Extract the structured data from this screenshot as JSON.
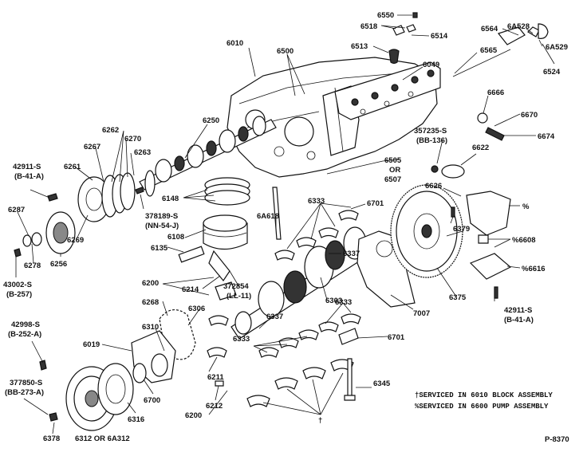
{
  "labels": {
    "p6550": "6550",
    "p6518": "6518",
    "p6514": "6514",
    "p6513": "6513",
    "p6564": "6564",
    "p6A528": "6A528",
    "p6A529": "6A529",
    "p6524": "6524",
    "p6010": "6010",
    "p6500": "6500",
    "p6565": "6565",
    "p6049": "6049",
    "p6666": "6666",
    "p6670": "6670",
    "p6674": "6674",
    "p357235S": "357235-S",
    "p357235S_sub": "(BB-136)",
    "p6622": "6622",
    "p6262": "6262",
    "p6250": "6250",
    "p6267": "6267",
    "p6270": "6270",
    "p6263": "6263",
    "p6261": "6261",
    "p42911S_a": "42911-S",
    "p42911S_a_sub": "(B-41-A)",
    "p6505": "6505",
    "p6505_or": "OR",
    "p6507": "6507",
    "p6148": "6148",
    "p6333_a": "6333",
    "p6701_a": "6701",
    "p6626": "6626",
    "pct": "%",
    "p378189S": "378189-S",
    "p378189S_sub": "(NN-54-J)",
    "p6A618": "6A618",
    "p6379": "6379",
    "p6287": "6287",
    "p6269": "6269",
    "p6108": "6108",
    "p6608": "%6608",
    "p6278": "6278",
    "p6256": "6256",
    "p6135": "6135",
    "p6337_a": "6337",
    "p6616": "%6616",
    "p43002S": "43002-S",
    "p43002S_sub": "(B-257)",
    "p6200_a": "6200",
    "p6214": "6214",
    "p372854": "372854",
    "p372854_sub": "(LL-11)",
    "p6303": "6303",
    "p6375": "6375",
    "p6268": "6268",
    "p6306": "6306",
    "p6333_b": "6333",
    "p7007": "7007",
    "p42911S_b": "42911-S",
    "p42911S_b_sub": "(B-41-A)",
    "p42998S": "42998-S",
    "p42998S_sub": "(B-252-A)",
    "p6310": "6310",
    "p6337_b": "6337",
    "p6019": "6019",
    "p6333_c": "6333",
    "p6701_b": "6701",
    "p6211": "6211",
    "p377850S": "377850-S",
    "p377850S_sub": "(BB-273-A)",
    "p6700": "6700",
    "p6345": "6345",
    "p6212": "6212",
    "p6316": "6316",
    "p6200_b": "6200",
    "p6378": "6378",
    "p6312": "6312 OR 6A312",
    "dagger": "†"
  },
  "notes": [
    "†SERVICED IN 6010 BLOCK ASSEMBLY",
    "%SERVICED IN 6600 PUMP ASSEMBLY"
  ],
  "figure_id": "P-8370"
}
